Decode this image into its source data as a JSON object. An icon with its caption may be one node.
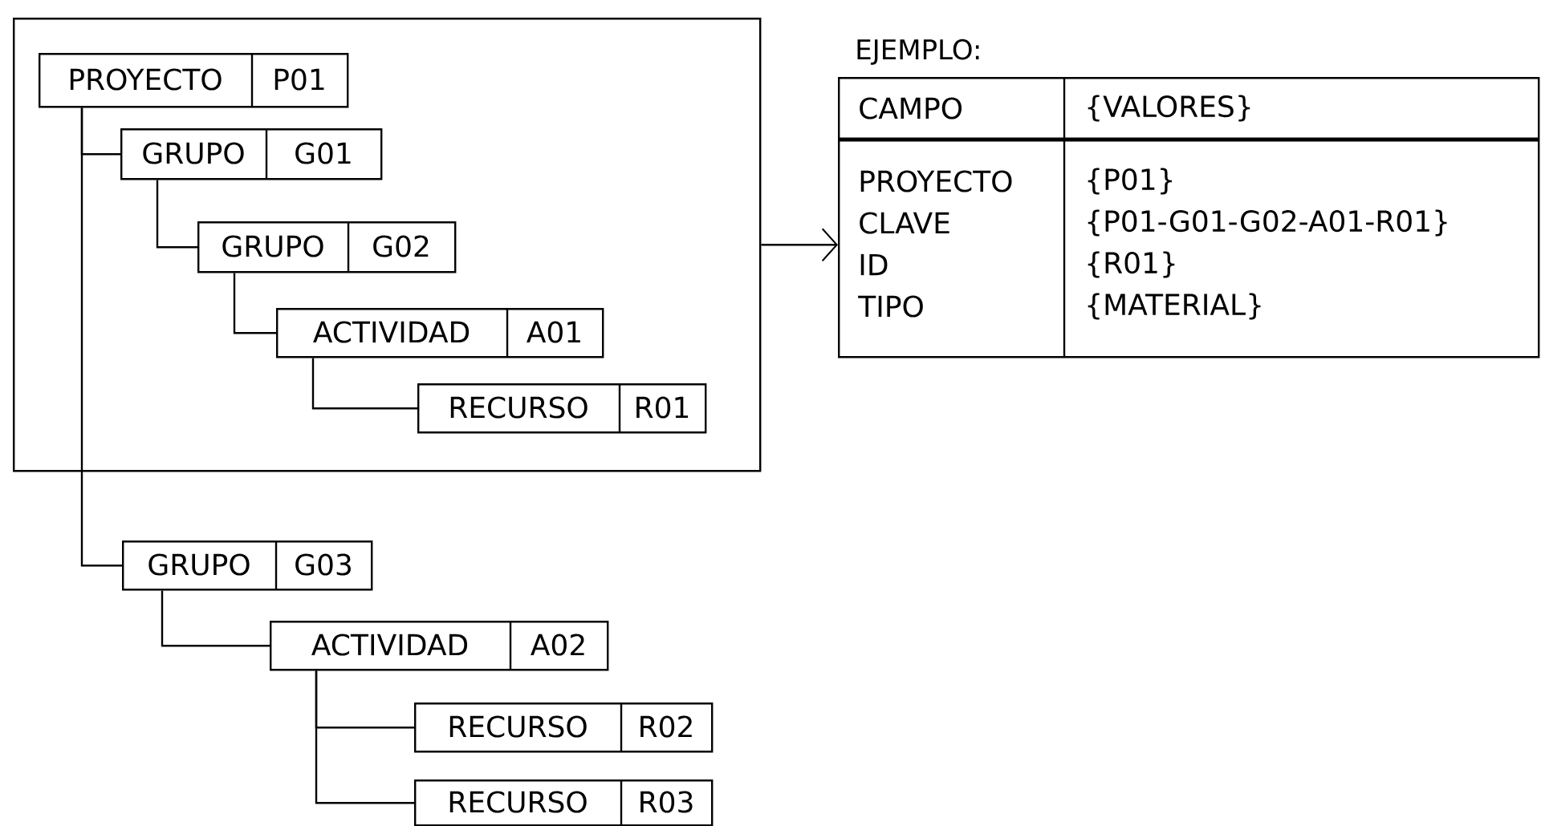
{
  "diagram": {
    "nodes": [
      {
        "text": [],
        "shape": "box"
      },
      {
        "text": [
          "PROYECTO",
          "P01"
        ],
        "in": 0
      },
      {
        "text": [
          "GRUPO",
          "G01"
        ],
        "in": 0
      },
      {
        "text": [
          "GRUPO",
          "G02"
        ],
        "in": 0
      },
      {
        "text": [
          "ACTIVIDAD",
          "A01"
        ],
        "in": 0
      },
      {
        "text": [
          "RECURSO",
          "R01"
        ],
        "in": 0
      },
      {
        "text": [
          "GRUPO",
          "G03"
        ]
      },
      {
        "text": [
          "ACTIVIDAD",
          "A02"
        ]
      },
      {
        "text": [
          "RECURSO",
          "R02"
        ]
      },
      {
        "text": [
          "RECURSO",
          "R03"
        ]
      },
      {
        "text": [
          "EJEMPLO:",
          "CAMPO",
          "{VALORES}",
          "PROYECTO",
          "{P01}",
          "CLAVE",
          "{P01-G01-G02-A01-R01}",
          "ID",
          "{R01}",
          "TIPO",
          "{MATERIAL}"
        ]
      }
    ],
    "edges": [
      {
        "from": 1,
        "to": 2,
        "arrow": "none"
      },
      {
        "from": 2,
        "to": 3,
        "arrow": "none"
      },
      {
        "from": 3,
        "to": 4,
        "arrow": "none"
      },
      {
        "from": 4,
        "to": 5,
        "arrow": "none"
      },
      {
        "from": 1,
        "to": 6,
        "arrow": "none"
      },
      {
        "from": 6,
        "to": 7,
        "arrow": "none"
      },
      {
        "from": 7,
        "to": 8,
        "arrow": "none"
      },
      {
        "from": 7,
        "to": 9,
        "arrow": "none"
      },
      {
        "from": 0,
        "to": 10,
        "arrow": "to"
      }
    ]
  }
}
